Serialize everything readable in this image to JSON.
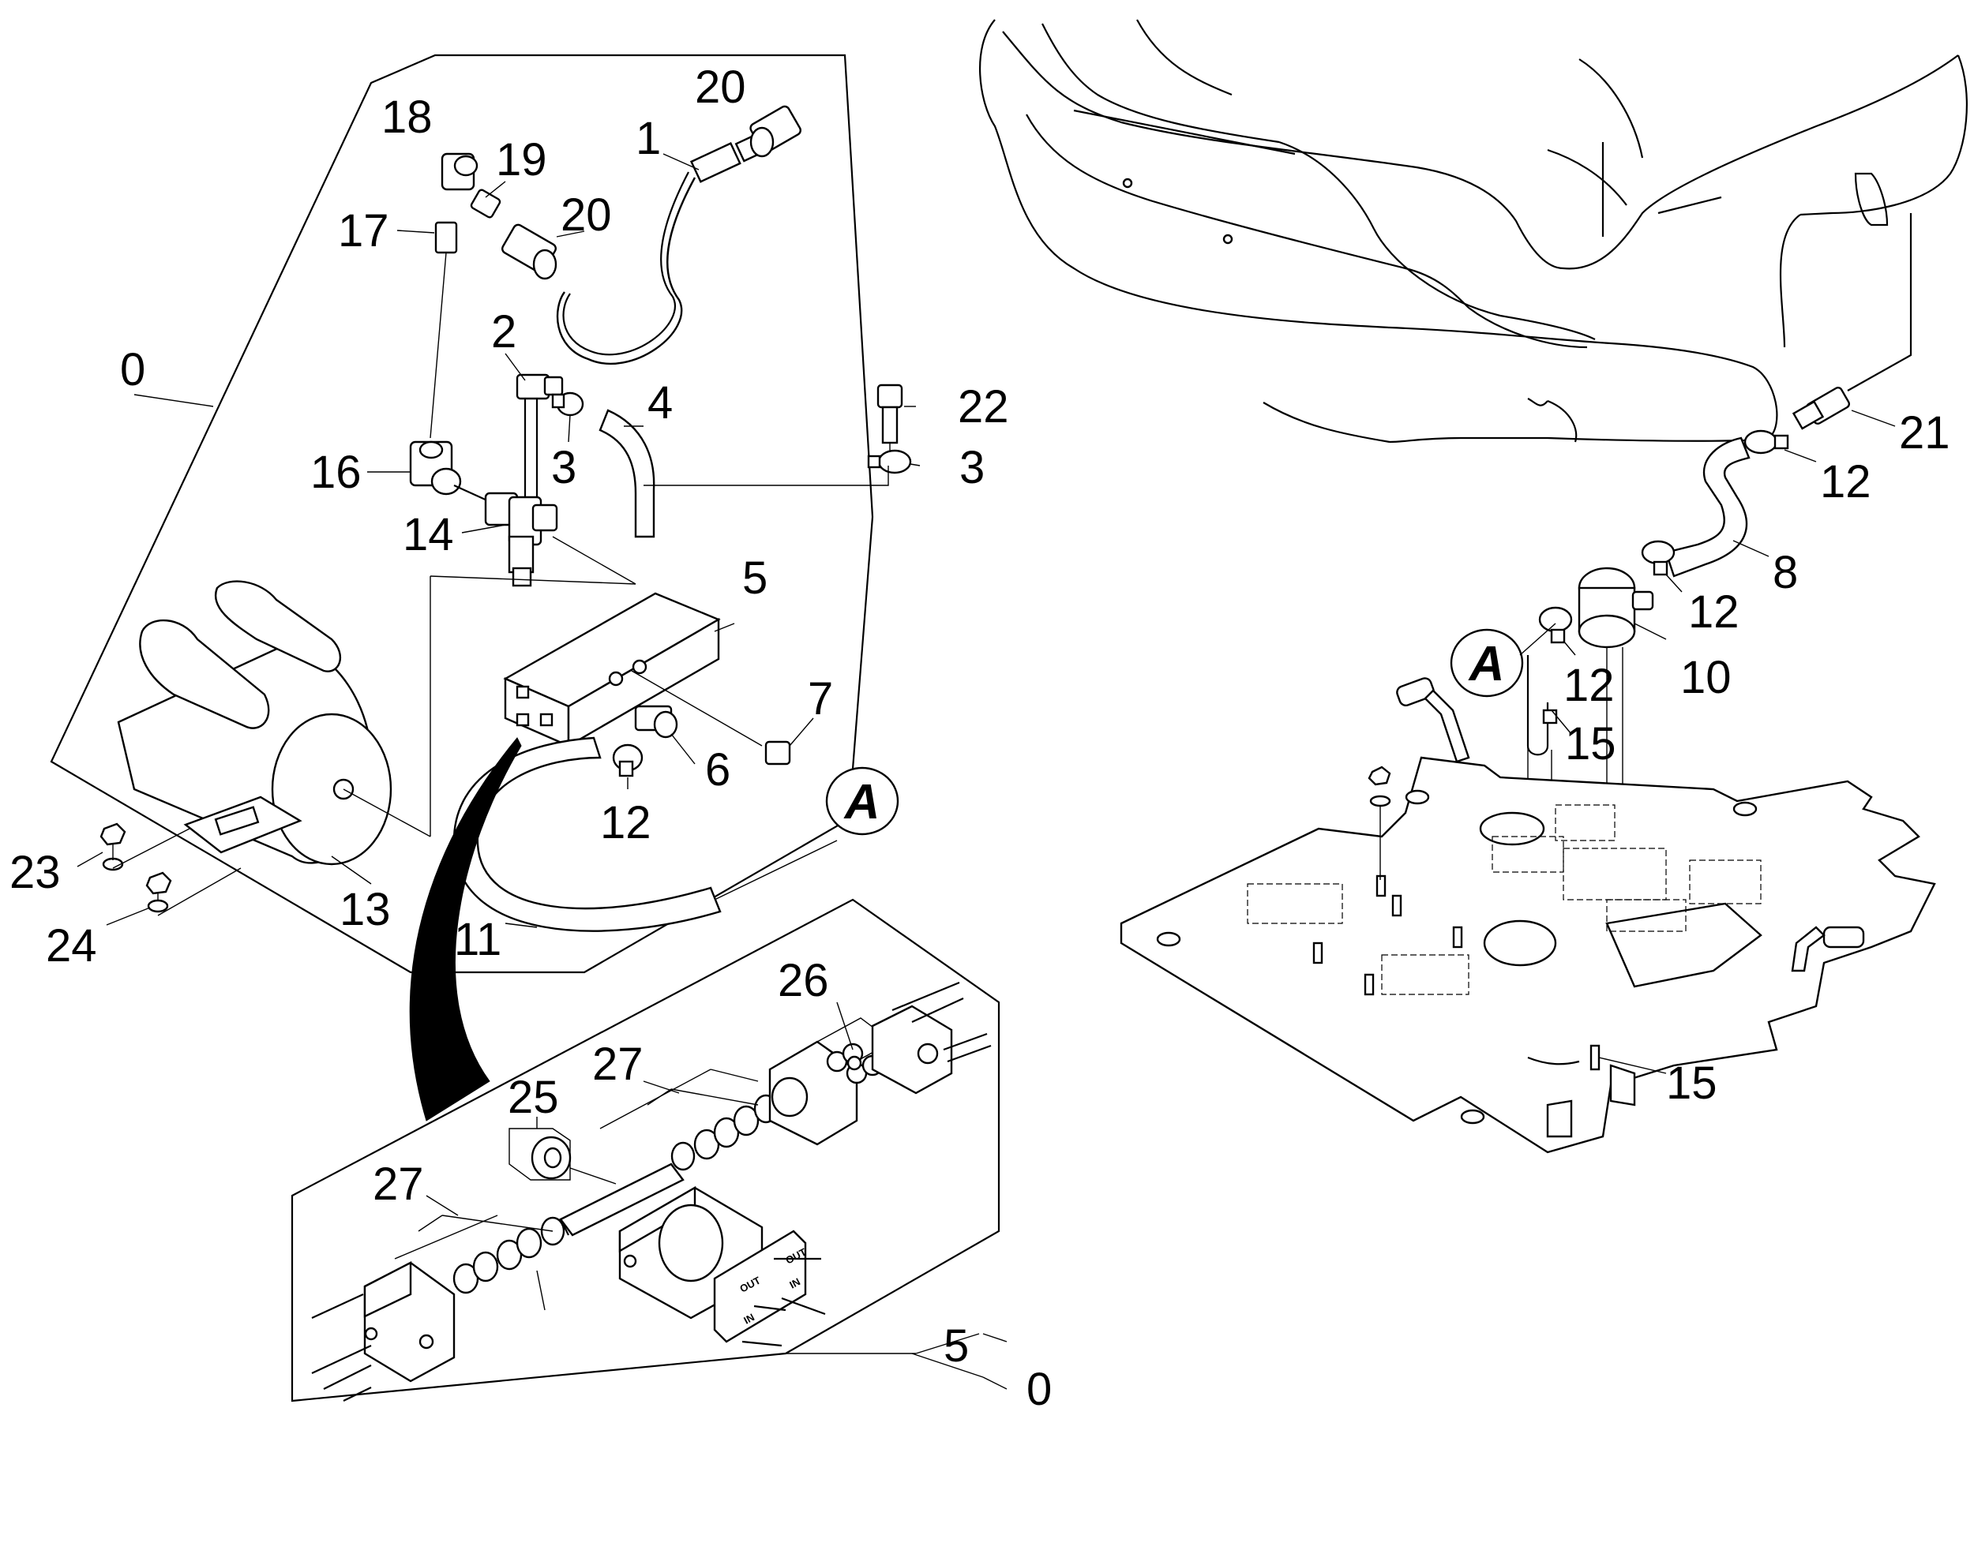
{
  "diagram": {
    "callouts": {
      "c0_upper": "0",
      "c1": "1",
      "c2": "2",
      "c3_left": "3",
      "c3_right": "3",
      "c4": "4",
      "c5_upper": "5",
      "c6": "6",
      "c7": "7",
      "c11": "11",
      "c12_left": "12",
      "c13": "13",
      "c14": "14",
      "c16": "16",
      "c17": "17",
      "c18": "18",
      "c19": "19",
      "c20_top": "20",
      "c20_mid": "20",
      "c22": "22",
      "c23": "23",
      "c24": "24",
      "c25": "25",
      "c26": "26",
      "c27_top": "27",
      "c27_bottom": "27",
      "c5_bottom": "5",
      "c0_bottom": "0",
      "c21": "21",
      "c12_r1": "12",
      "c8": "8",
      "c12_r2": "12",
      "c12_r3": "12",
      "c10": "10",
      "c15_upper": "15",
      "c15_lower": "15"
    },
    "reference_marks": {
      "left": "A",
      "right": "A"
    },
    "valve_labels": {
      "out1": "OUT",
      "out2": "OUT",
      "in1": "IN",
      "in2": "IN"
    }
  }
}
